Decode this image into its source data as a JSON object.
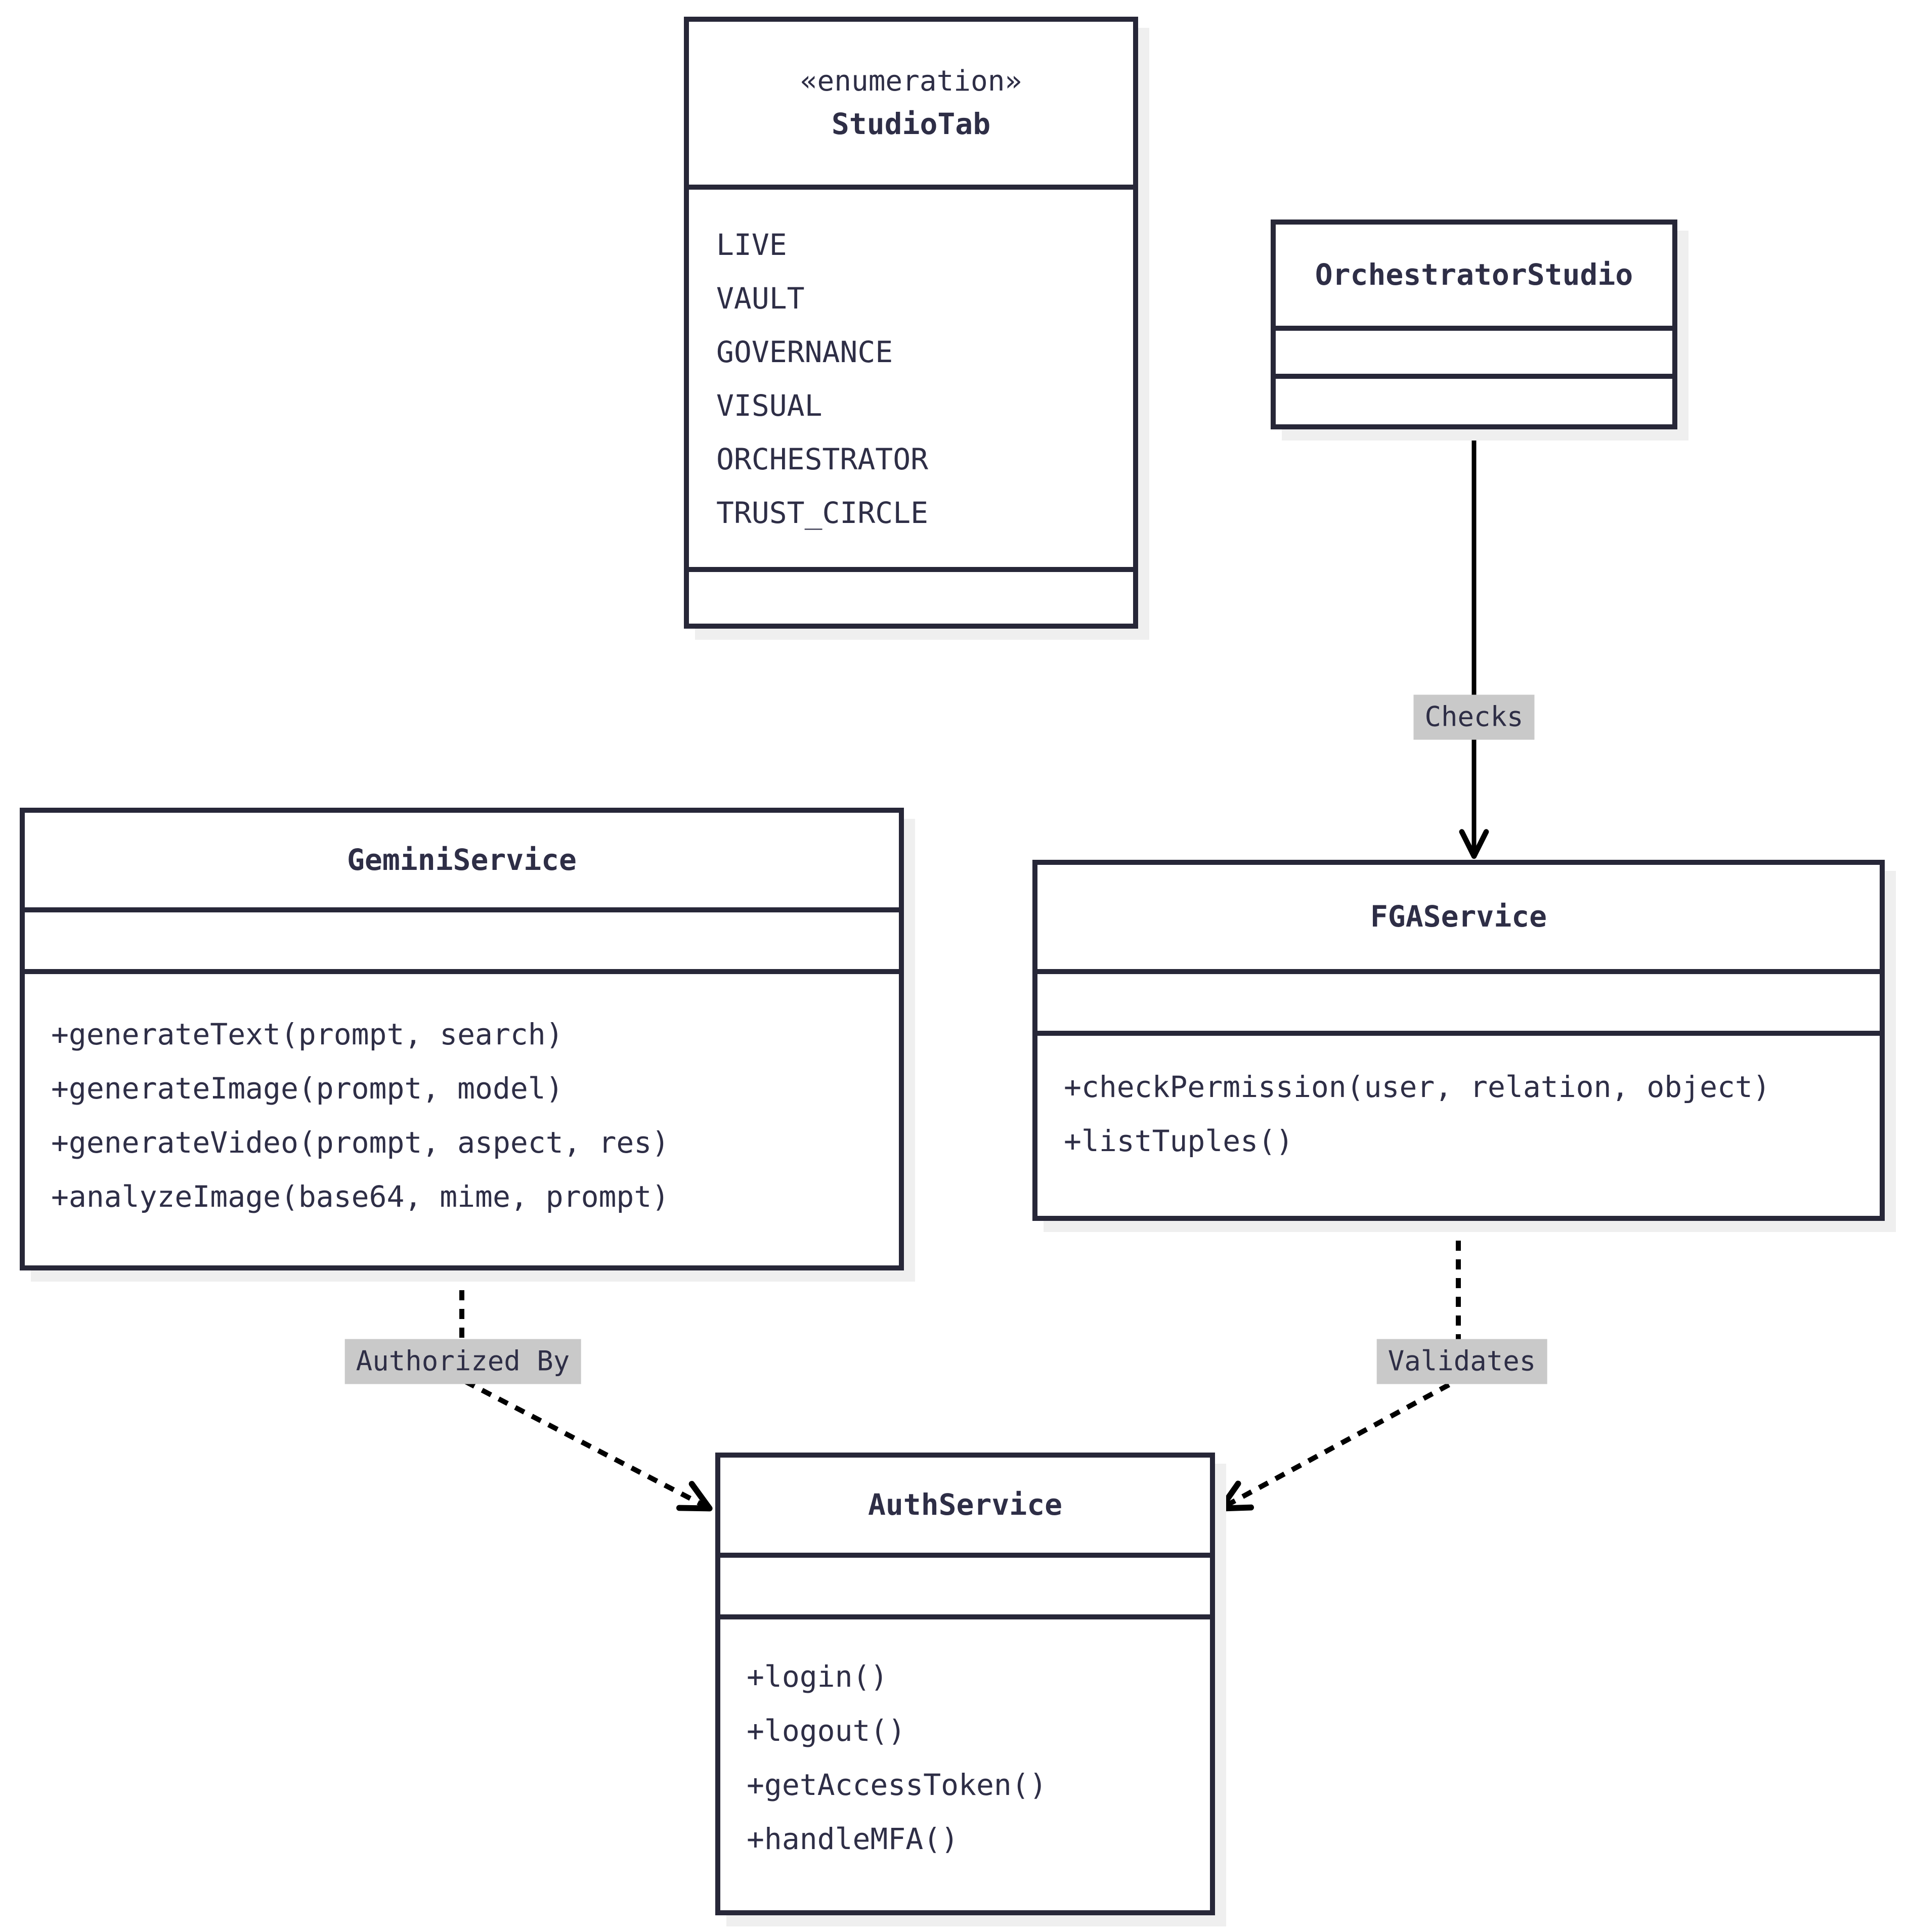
{
  "diagram": {
    "type": "uml-class-diagram"
  },
  "classes": {
    "studio_tab": {
      "stereotype": "«enumeration»",
      "name": "StudioTab",
      "values": [
        "LIVE",
        "VAULT",
        "GOVERNANCE",
        "VISUAL",
        "ORCHESTRATOR",
        "TRUST_CIRCLE"
      ]
    },
    "orchestrator_studio": {
      "name": "OrchestratorStudio"
    },
    "gemini_service": {
      "name": "GeminiService",
      "methods": [
        "+generateText(prompt, search)",
        "+generateImage(prompt, model)",
        "+generateVideo(prompt, aspect, res)",
        "+analyzeImage(base64, mime, prompt)"
      ]
    },
    "fga_service": {
      "name": "FGAService",
      "methods": [
        "+checkPermission(user, relation, object)",
        "+listTuples()"
      ]
    },
    "auth_service": {
      "name": "AuthService",
      "methods": [
        "+login()",
        "+logout()",
        "+getAccessToken()",
        "+handleMFA()"
      ]
    }
  },
  "edges": [
    {
      "from": "OrchestratorStudio",
      "to": "FGAService",
      "label": "Checks",
      "style": "solid"
    },
    {
      "from": "GeminiService",
      "to": "AuthService",
      "label": "Authorized By",
      "style": "dotted"
    },
    {
      "from": "FGAService",
      "to": "AuthService",
      "label": "Validates",
      "style": "dotted"
    }
  ],
  "colors": {
    "border": "#272738",
    "text": "#2e2e46",
    "edge_label_bg": "#c9c9c9",
    "box_shadow": "#efefef",
    "arrow": "#000000",
    "background": "#ffffff"
  }
}
